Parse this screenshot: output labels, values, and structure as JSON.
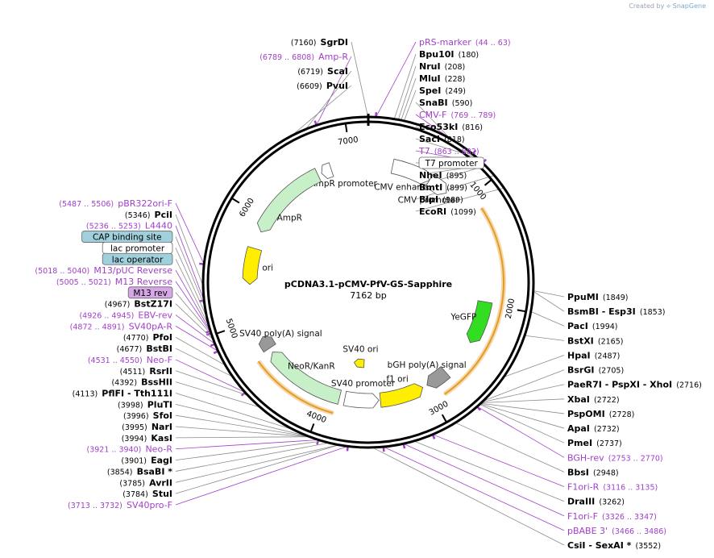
{
  "header": {
    "credit_prefix": "Created by",
    "credit_brand": "SnapGene"
  },
  "plasmid": {
    "name": "pCDNA3.1-pCMV-PfV-GS-Sapphire",
    "length": "7162 bp",
    "total": 7162
  },
  "ticks": [
    "1000",
    "2000",
    "3000",
    "4000",
    "5000",
    "6000",
    "7000"
  ],
  "enzymes": [
    {
      "name": "SgrDI",
      "pos": "(7160)",
      "site": 7160,
      "side": "left"
    },
    {
      "name": "Bpu10I",
      "pos": "(180)",
      "site": 180,
      "side": "right"
    },
    {
      "name": "NruI",
      "pos": "(208)",
      "site": 208,
      "side": "right"
    },
    {
      "name": "MluI",
      "pos": "(228)",
      "site": 228,
      "side": "right"
    },
    {
      "name": "SpeI",
      "pos": "(249)",
      "site": 249,
      "side": "right"
    },
    {
      "name": "SnaBI",
      "pos": "(590)",
      "site": 590,
      "side": "right"
    },
    {
      "name": "Eco53kI",
      "pos": "(816)",
      "site": 816,
      "side": "right"
    },
    {
      "name": "SacI",
      "pos": "(818)",
      "site": 818,
      "side": "right"
    },
    {
      "name": "NheI",
      "pos": "(895)",
      "site": 895,
      "side": "right"
    },
    {
      "name": "BmtI",
      "pos": "(899)",
      "site": 899,
      "side": "right"
    },
    {
      "name": "BlpI",
      "pos": "(989)",
      "site": 989,
      "side": "right"
    },
    {
      "name": "EcoRI",
      "pos": "(1099)",
      "site": 1099,
      "side": "right"
    },
    {
      "name": "PpuMI",
      "pos": "(1849)",
      "site": 1849,
      "side": "right"
    },
    {
      "name": "BsmBI - Esp3I",
      "pos": "(1853)",
      "site": 1853,
      "side": "right"
    },
    {
      "name": "PacI",
      "pos": "(1994)",
      "site": 1994,
      "side": "right"
    },
    {
      "name": "BstXI",
      "pos": "(2165)",
      "site": 2165,
      "side": "right"
    },
    {
      "name": "HpaI",
      "pos": "(2487)",
      "site": 2487,
      "side": "right"
    },
    {
      "name": "BsrGI",
      "pos": "(2705)",
      "site": 2705,
      "side": "right"
    },
    {
      "name": "PaeR7I - PspXI - XhoI",
      "pos": "(2716)",
      "site": 2716,
      "side": "right"
    },
    {
      "name": "XbaI",
      "pos": "(2722)",
      "site": 2722,
      "side": "right"
    },
    {
      "name": "PspOMI",
      "pos": "(2728)",
      "site": 2728,
      "side": "right"
    },
    {
      "name": "ApaI",
      "pos": "(2732)",
      "site": 2732,
      "side": "right"
    },
    {
      "name": "PmeI",
      "pos": "(2737)",
      "site": 2737,
      "side": "right"
    },
    {
      "name": "BbsI",
      "pos": "(2948)",
      "site": 2948,
      "side": "right"
    },
    {
      "name": "DraIII",
      "pos": "(3262)",
      "site": 3262,
      "side": "right"
    },
    {
      "name": "CsiI - SexAI *",
      "pos": "(3552)",
      "site": 3552,
      "side": "right"
    },
    {
      "name": "ScaI",
      "pos": "(6719)",
      "site": 6719,
      "side": "left"
    },
    {
      "name": "PvuI",
      "pos": "(6609)",
      "site": 6609,
      "side": "left"
    },
    {
      "name": "PciI",
      "pos": "(5346)",
      "site": 5346,
      "side": "left"
    },
    {
      "name": "BstZ17I",
      "pos": "(4967)",
      "site": 4967,
      "side": "left"
    },
    {
      "name": "PfoI",
      "pos": "(4770)",
      "site": 4770,
      "side": "left"
    },
    {
      "name": "BstBI",
      "pos": "(4677)",
      "site": 4677,
      "side": "left"
    },
    {
      "name": "RsrII",
      "pos": "(4511)",
      "site": 4511,
      "side": "left"
    },
    {
      "name": "BssHII",
      "pos": "(4392)",
      "site": 4392,
      "side": "left"
    },
    {
      "name": "PflFI - Tth111I",
      "pos": "(4113)",
      "site": 4113,
      "side": "left"
    },
    {
      "name": "PluTI",
      "pos": "(3998)",
      "site": 3998,
      "side": "left"
    },
    {
      "name": "SfoI",
      "pos": "(3996)",
      "site": 3996,
      "side": "left"
    },
    {
      "name": "NarI",
      "pos": "(3995)",
      "site": 3995,
      "side": "left"
    },
    {
      "name": "KasI",
      "pos": "(3994)",
      "site": 3994,
      "side": "left"
    },
    {
      "name": "EagI",
      "pos": "(3901)",
      "site": 3901,
      "side": "left"
    },
    {
      "name": "BsaBI *",
      "pos": "(3854)",
      "site": 3854,
      "side": "left"
    },
    {
      "name": "AvrII",
      "pos": "(3785)",
      "site": 3785,
      "side": "left"
    },
    {
      "name": "StuI",
      "pos": "(3784)",
      "site": 3784,
      "side": "left"
    }
  ],
  "primers": [
    {
      "name": "pRS-marker",
      "range": "(44 .. 63)",
      "site": 53,
      "side": "right"
    },
    {
      "name": "CMV-F",
      "range": "(769 .. 789)",
      "site": 779,
      "side": "right"
    },
    {
      "name": "T7",
      "range": "(863 .. 882)",
      "site": 872,
      "side": "right"
    },
    {
      "name": "BGH-rev",
      "range": "(2753 .. 2770)",
      "site": 2761,
      "side": "right"
    },
    {
      "name": "F1ori-R",
      "range": "(3116 .. 3135)",
      "site": 3125,
      "side": "right"
    },
    {
      "name": "F1ori-F",
      "range": "(3326 .. 3347)",
      "site": 3336,
      "side": "right"
    },
    {
      "name": "pBABE 3'",
      "range": "(3466 .. 3486)",
      "site": 3476,
      "side": "right"
    },
    {
      "name": "Amp-R",
      "range": "(6789 .. 6808)",
      "site": 6798,
      "side": "left"
    },
    {
      "name": "pBR322ori-F",
      "range": "(5487 .. 5506)",
      "site": 5496,
      "side": "left"
    },
    {
      "name": "L4440",
      "range": "(5236 .. 5253)",
      "site": 5244,
      "side": "left"
    },
    {
      "name": "M13/pUC Reverse",
      "range": "(5018 .. 5040)",
      "site": 5029,
      "side": "left"
    },
    {
      "name": "M13 Reverse",
      "range": "(5005 .. 5021)",
      "site": 5013,
      "side": "left"
    },
    {
      "name": "EBV-rev",
      "range": "(4926 .. 4945)",
      "site": 4935,
      "side": "left"
    },
    {
      "name": "SV40pA-R",
      "range": "(4872 .. 4891)",
      "site": 4881,
      "side": "left"
    },
    {
      "name": "Neo-F",
      "range": "(4531 .. 4550)",
      "site": 4540,
      "side": "left"
    },
    {
      "name": "Neo-R",
      "range": "(3921 .. 3940)",
      "site": 3930,
      "side": "left"
    },
    {
      "name": "SV40pro-F",
      "range": "(3713 .. 3732)",
      "site": 3722,
      "side": "left"
    }
  ],
  "boxed_labels": [
    {
      "name": "T7 promoter",
      "site": 880,
      "fill": "#ffffff",
      "side": "right"
    },
    {
      "name": "CAP binding site",
      "site": 5200,
      "fill": "#9fd0dc",
      "side": "left"
    },
    {
      "name": "lac promoter",
      "site": 5130,
      "fill": "#ffffff",
      "side": "left"
    },
    {
      "name": "lac operator",
      "site": 5060,
      "fill": "#9fd0dc",
      "side": "left"
    },
    {
      "name": "M13 rev",
      "site": 5000,
      "fill": "#d7a6e6",
      "side": "left"
    }
  ],
  "features": [
    {
      "name": "AmpR promoter",
      "start": 6700,
      "end": 6800,
      "strand": -1,
      "fill": "#ffffff",
      "label_site": 6880
    },
    {
      "name": "AmpR",
      "start": 5870,
      "end": 6662,
      "strand": -1,
      "fill": "#c8f0c8",
      "label_site": 6150
    },
    {
      "name": "ori",
      "start": 5350,
      "end": 5700,
      "strand": -1,
      "fill": "#ffee00",
      "label_site": 5530
    },
    {
      "name": "CMV enhancer",
      "start": 235,
      "end": 615,
      "strand": 1,
      "fill": "#ffffff",
      "label_site": 420
    },
    {
      "name": "CMV promoter",
      "start": 616,
      "end": 820,
      "strand": 1,
      "fill": "#ffffff",
      "label_site": 720
    },
    {
      "name": "YeGFP",
      "start": 1980,
      "end": 2400,
      "strand": 1,
      "fill": "#33dd22",
      "label_site": 2190
    },
    {
      "name": "bGH poly(A) signal",
      "start": 2770,
      "end": 2990,
      "strand": 1,
      "fill": "#999999",
      "label_site": 2880
    },
    {
      "name": "f1 ori",
      "start": 3036,
      "end": 3464,
      "strand": -1,
      "fill": "#ffee00",
      "label_site": 3250
    },
    {
      "name": "SV40 promoter",
      "start": 3478,
      "end": 3808,
      "strand": -1,
      "fill": "#ffffff",
      "label_site": 3640
    },
    {
      "name": "NeoR/KanR",
      "start": 3860,
      "end": 4654,
      "strand": 1,
      "fill": "#c8f0c8",
      "label_site": 4260
    },
    {
      "name": "SV40 poly(A) signal",
      "start": 4700,
      "end": 4830,
      "strand": 1,
      "fill": "#999999",
      "label_site": 4765
    },
    {
      "name": "SV40 ori",
      "start": 3640,
      "end": 3780,
      "strand": 1,
      "fill": "#ffee00",
      "label_site": 3710
    }
  ],
  "orange_arcs": [
    {
      "start": 1130,
      "end": 2900
    },
    {
      "start": 3880,
      "end": 4660
    }
  ],
  "colors": {
    "backbone": "#000000",
    "enzyme_line": "#8c8c8c",
    "primer": "#a040c8",
    "orange_arc": "#e39b2d",
    "green_arrow": "#2f9a2f"
  }
}
